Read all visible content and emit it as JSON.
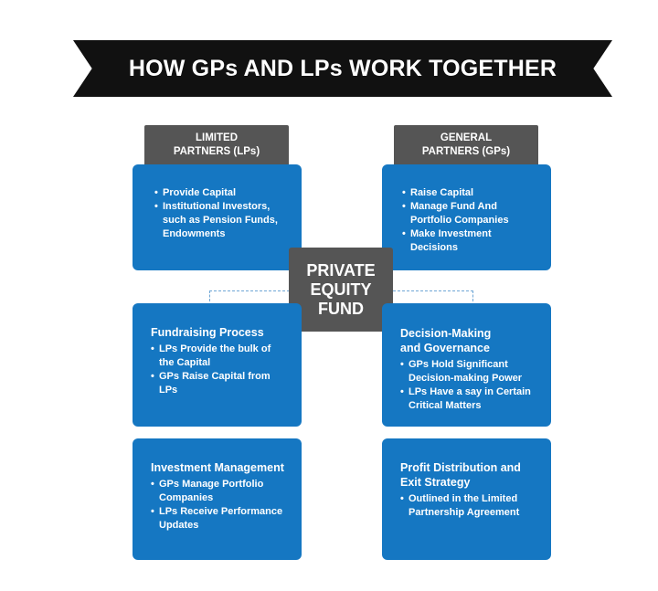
{
  "title": "HOW GPs AND LPs WORK TOGETHER",
  "center": {
    "lines": [
      "PRIVATE",
      "EQUITY",
      "FUND"
    ]
  },
  "lp_tab": {
    "lines": [
      "LIMITED",
      "PARTNERS (LPs)"
    ]
  },
  "gp_tab": {
    "lines": [
      "GENERAL",
      "PARTNERS (GPs)"
    ]
  },
  "lp_card": {
    "bullets": [
      "Provide Capital",
      "Institutional Investors,\nsuch as Pension Funds,\nEndowments"
    ]
  },
  "gp_card": {
    "bullets": [
      "Raise Capital",
      "Manage Fund And\nPortfolio Companies",
      "Make Investment\nDecisions"
    ]
  },
  "fundraising": {
    "title": "Fundraising Process",
    "bullets": [
      "LPs Provide the bulk of\nthe Capital",
      "GPs Raise Capital from\nLPs"
    ]
  },
  "decision": {
    "title": "Decision-Making\nand Governance",
    "bullets": [
      "GPs Hold Significant\nDecision-making Power",
      "LPs Have a say in Certain\nCritical Matters"
    ]
  },
  "investment": {
    "title": "Investment Management",
    "bullets": [
      "GPs Manage Portfolio\nCompanies",
      "LPs Receive Performance\nUpdates"
    ]
  },
  "profit": {
    "title": "Profit Distribution and\nExit Strategy",
    "bullets": [
      "Outlined in the Limited\nPartnership Agreement"
    ]
  },
  "colors": {
    "card_blue": "#1577c2",
    "tab_gray": "#555555",
    "banner_black": "#111111"
  }
}
